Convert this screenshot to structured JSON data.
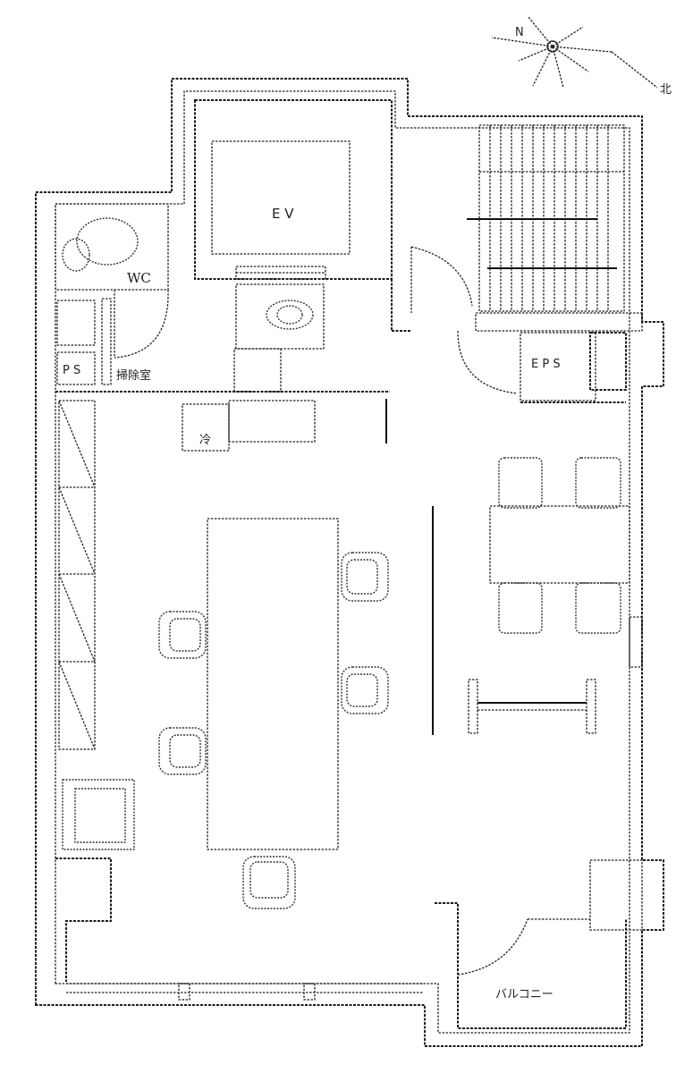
{
  "rooms": {
    "ev": "E V",
    "wc": "WC",
    "ps": "P S",
    "eps": "E P S",
    "cleaning": "掃除室",
    "fridge": "冷",
    "balcony": "バルコニー"
  },
  "compass": {
    "north_mark": "N",
    "direction_label": "北"
  }
}
